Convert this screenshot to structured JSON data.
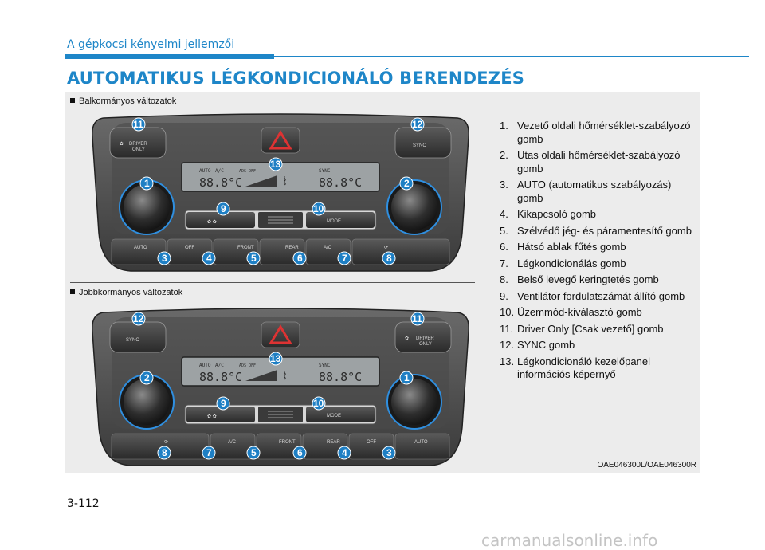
{
  "header": {
    "section": "A gépkocsi kényelmi jellemzői",
    "title": "AUTOMATIKUS LÉGKONDICIONÁLÓ BERENDEZÉS"
  },
  "figure": {
    "caption_lhd": "Balkormányos változatok",
    "caption_rhd": "Jobbkormányos változatok",
    "code": "OAE046300L/OAE046300R",
    "lhd": {
      "top_left_badge": "11",
      "top_left_label": "DRIVER ONLY",
      "top_right_badge": "12",
      "top_right_label": "SYNC",
      "display_badge": "13",
      "knob_left_badge": "1",
      "knob_right_badge": "2",
      "fan_badge": "9",
      "mode_badge": "10",
      "mode_label": "MODE",
      "bottom_labels": [
        "AUTO",
        "OFF",
        "FRONT",
        "REAR",
        "A/C",
        ""
      ],
      "bottom_badges": [
        "3",
        "4",
        "5",
        "6",
        "7",
        "8"
      ]
    },
    "rhd": {
      "top_left_badge": "12",
      "top_left_label": "SYNC",
      "top_right_badge": "11",
      "top_right_label": "DRIVER ONLY",
      "display_badge": "13",
      "knob_left_badge": "2",
      "knob_right_badge": "1",
      "fan_badge": "9",
      "mode_badge": "10",
      "mode_label": "MODE",
      "bottom_labels": [
        "",
        "A/C",
        "FRONT",
        "REAR",
        "OFF",
        "AUTO"
      ],
      "bottom_badges": [
        "8",
        "7",
        "5",
        "6",
        "4",
        "3"
      ]
    },
    "display": {
      "auto": "AUTO",
      "ac": "A/C",
      "ads_off": "ADS OFF",
      "sync": "SYNC",
      "temp_left": "88.8°C",
      "temp_right": "88.8°C"
    }
  },
  "legend": [
    {
      "num": "1.",
      "text": "Vezető oldali hőmérséklet-szabályozó gomb"
    },
    {
      "num": "2.",
      "text": "Utas oldali hőmérséklet-szabályozó gomb"
    },
    {
      "num": "3.",
      "text": "AUTO (automatikus szabályozás) gomb"
    },
    {
      "num": "4.",
      "text": "Kikapcsoló gomb"
    },
    {
      "num": "5.",
      "text": "Szélvédő jég- és páramentesítő gomb"
    },
    {
      "num": "6.",
      "text": "Hátsó ablak fűtés gomb"
    },
    {
      "num": "7.",
      "text": "Légkondicionálás gomb"
    },
    {
      "num": "8.",
      "text": "Belső levegő keringtetés gomb"
    },
    {
      "num": "9.",
      "text": "Ventilátor fordulatszámát állító gomb"
    },
    {
      "num": "10.",
      "text": "Üzemmód-kiválasztó gomb"
    },
    {
      "num": "11.",
      "text": "Driver Only [Csak vezető] gomb"
    },
    {
      "num": "12.",
      "text": "SYNC gomb"
    },
    {
      "num": "13.",
      "text": "Légkondicionáló kezelőpanel információs képernyő"
    }
  ],
  "footer": {
    "page": "3-112",
    "watermark": "carmanualsonline.info"
  }
}
